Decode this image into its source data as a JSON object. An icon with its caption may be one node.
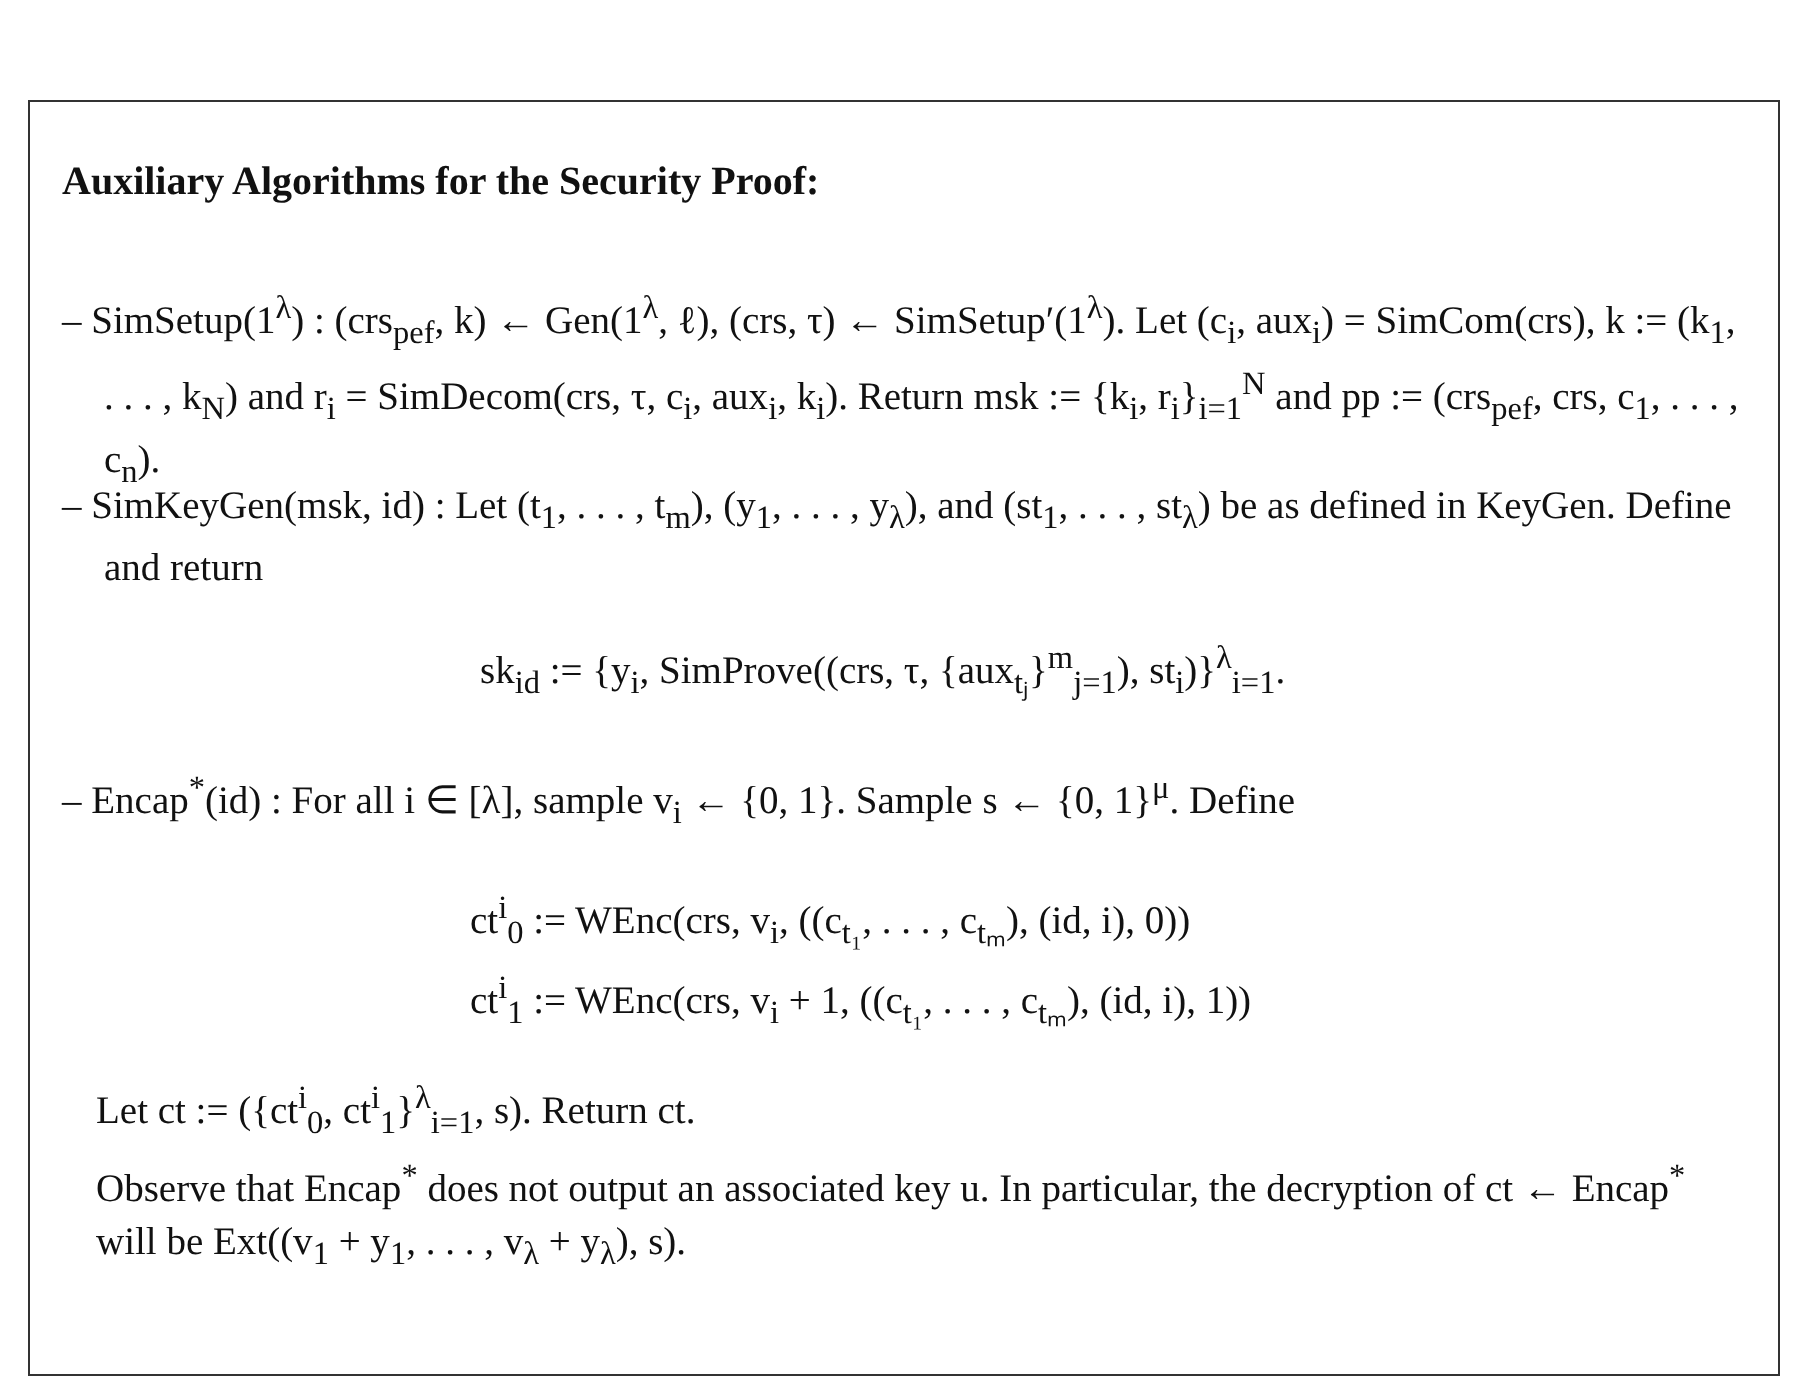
{
  "diagram": {
    "nodes": [
      {
        "text": [
          "Auxiliary Algorithms for the Security Proof:",
          "– SimSetup(1$^{λ}$) : (crs$_{pef}$, k) ← Gen(1$^{λ}$, ℓ), (crs, τ) ← SimSetup′(1$^{λ}$). Let (c$_{i}$, aux$_{i}$) = SimCom(crs), k := (k$_{1}$, . . . , k$_{N}$) and r$_{i}$ = SimDecom(crs, τ, c$_{i}$, aux$_{i}$, k$_{i}$). Return msk := {k$_{i}$, r$_{i}$}$_{i=1}$$^{N}$ and pp := (crs$_{pef}$, crs, c$_{1}$, . . . , c$_{n}$).",
          "– SimKeyGen(msk, id) : Let (t$_{1}$, . . . , t$_{m}$), (y$_{1}$, . . . , y$_{λ}$), and (st$_{1}$, . . . , st$_{λ}$) be as defined in KeyGen. Define and return",
          "sk$_{id}$ := {y$_{i}$, SimProve((crs, τ, {aux$_{tⱼ}$}$^{m}$$_{j=1}$), st$_{i}$)}$^{λ}$$_{i=1}$.",
          "– Encap$^{*}$(id) : For all i ∈ [λ], sample v$_{i}$ ← {0, 1}. Sample s ← {0, 1}$^{μ}$. Define",
          "ct$^{i}$$_{0}$ := WEnc(crs, v$_{i}$, ((c$_{t₁}$, . . . , c$_{tₘ}$), (id, i), 0))",
          "ct$^{i}$$_{1}$ := WEnc(crs, v$_{i}$ + 1, ((c$_{t₁}$, . . . , c$_{tₘ}$), (id, i), 1))",
          "Let ct := ({ct$^{i}$$_{0}$, ct$^{i}$$_{1}$}$^{λ}$$_{i=1}$, s). Return ct.",
          "Observe that Encap$^{*}$ does not output an associated key u. In particular, the decryption of ct ← Encap$^{*}$ will be Ext((v$_{1}$ + y$_{1}$, . . . , v$_{λ}$ + y$_{λ}$), s)."
        ]
      }
    ]
  }
}
